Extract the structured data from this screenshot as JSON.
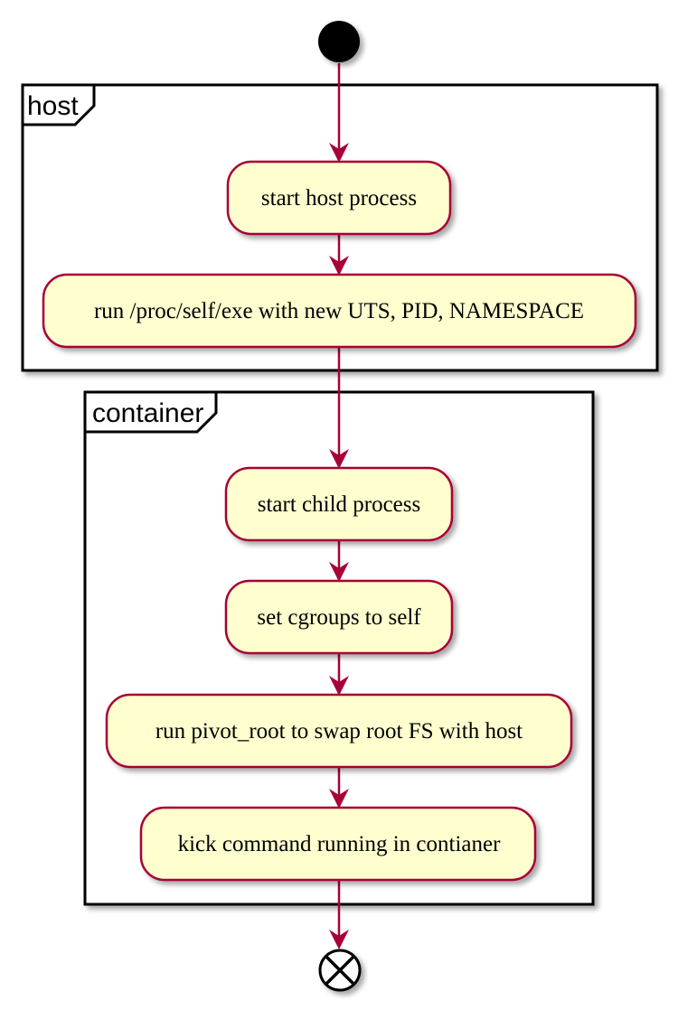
{
  "diagram": {
    "partitions": [
      {
        "id": "host",
        "label": "host"
      },
      {
        "id": "container",
        "label": "container"
      }
    ],
    "activities": [
      {
        "id": "a1",
        "label": "start host process"
      },
      {
        "id": "a2",
        "label": "run /proc/self/exe with new UTS, PID, NAMESPACE"
      },
      {
        "id": "a3",
        "label": "start child process"
      },
      {
        "id": "a4",
        "label": "set cgroups to self"
      },
      {
        "id": "a5",
        "label": "run pivot_root to swap root FS with host"
      },
      {
        "id": "a6",
        "label": "kick command running in contianer"
      }
    ],
    "colors": {
      "activity_fill": "#FEFECE",
      "activity_border": "#A80036",
      "arrow": "#A80036",
      "frame_border": "#000000",
      "node": "#000000"
    }
  }
}
